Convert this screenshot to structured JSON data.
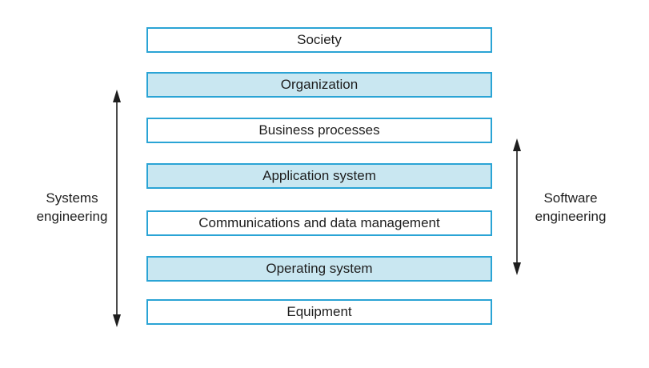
{
  "layers": [
    {
      "label": "Society",
      "style": "white"
    },
    {
      "label": "Organization",
      "style": "blue"
    },
    {
      "label": "Business processes",
      "style": "white"
    },
    {
      "label": "Application system",
      "style": "blue"
    },
    {
      "label": "Communications and data management",
      "style": "white"
    },
    {
      "label": "Operating system",
      "style": "blue"
    },
    {
      "label": "Equipment",
      "style": "white"
    }
  ],
  "systems_engineering": {
    "line1": "Systems",
    "line2": "engineering"
  },
  "software_engineering": {
    "line1": "Software",
    "line2": "engineering"
  },
  "colors": {
    "border": "#2aa4d5",
    "highlight_fill": "#c9e7f1",
    "arrow": "#1e1e1e"
  }
}
